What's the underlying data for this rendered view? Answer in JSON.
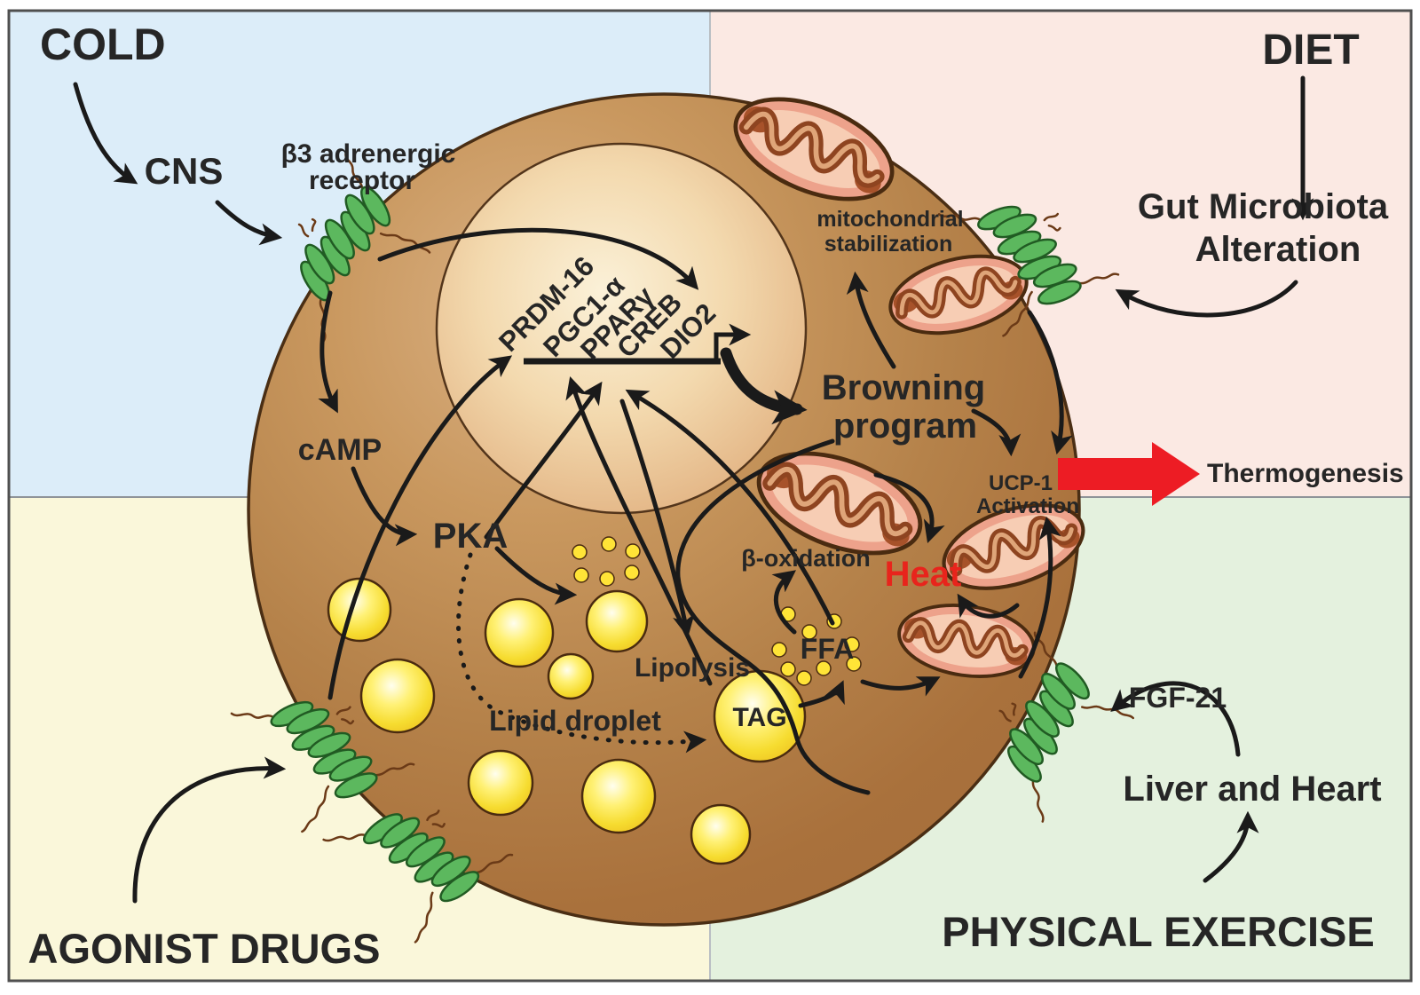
{
  "quadrants": {
    "cold": {
      "title": "COLD"
    },
    "diet": {
      "title": "DIET"
    },
    "agonist": {
      "title": "AGONIST DRUGS"
    },
    "exercise": {
      "title": "PHYSICAL EXERCISE"
    }
  },
  "labels": {
    "cns": "CNS",
    "beta3_line1": "β3 adrenergic",
    "beta3_line2": "receptor",
    "camp": "cAMP",
    "pka": "PKA",
    "genes": [
      "PRDM-16",
      "PGC1-α",
      "PPARγ",
      "CREB",
      "DIO2"
    ],
    "mito_stab_line1": "mitochondrial",
    "mito_stab_line2": "stabilization",
    "browning_line1": "Browning",
    "browning_line2": "program",
    "ucp1_line1": "UCP-1",
    "ucp1_line2": "Activation",
    "thermogenesis": "Thermogenesis",
    "gut_line1": "Gut Microbiota",
    "gut_line2": "Alteration",
    "fgf21": "FGF-21",
    "liver_heart": "Liver and Heart",
    "lipid_droplet": "Lipid droplet",
    "tag": "TAG",
    "lipolysis": "Lipolysis",
    "ffa": "FFA",
    "beta_oxidation": "β-oxidation",
    "heat": "Heat"
  },
  "colors": {
    "quadrant_cold_bg": "#DCEDF9",
    "quadrant_diet_bg": "#FBE9E3",
    "quadrant_agonist_bg": "#FAF7DA",
    "quadrant_exercise_bg": "#E4F1DE",
    "cell_brown": "#A9713C",
    "cell_light_rim": "#D9B083",
    "nucleus_cream": "#F3D9AE",
    "lipid_yellow": "#F6DC30",
    "receptor_green": "#5CB85E",
    "mitochondrion_pink": "#EDA28B",
    "heat_text": "#E8241C",
    "thermogenesis_arrow": "#ED1C24",
    "arrow_black": "#1A1A1A",
    "text": "#262626"
  },
  "icons": {
    "cell": "adipocyte-cell",
    "nucleus": "cell-nucleus",
    "mitochondrion": "mitochondrion",
    "receptor": "transmembrane-receptor",
    "lipid": "lipid-droplet",
    "ffa_dot": "free-fatty-acid-dot",
    "promoter": "gene-promoter-arrow"
  }
}
